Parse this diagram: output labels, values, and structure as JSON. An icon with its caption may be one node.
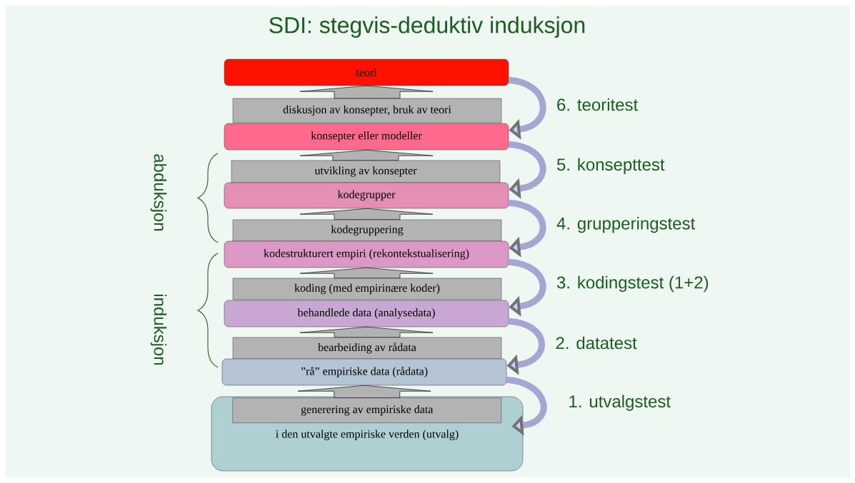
{
  "diagram": {
    "title": "SDI: stegvis-deduktiv induksjon",
    "nodes": [
      {
        "text": [
          "teori"
        ]
      },
      {
        "text": [
          "diskusjon av konsepter, bruk av teori"
        ]
      },
      {
        "text": [
          "konsepter eller modeller"
        ]
      },
      {
        "text": [
          "utvikling av konsepter"
        ]
      },
      {
        "text": [
          "kodegrupper"
        ]
      },
      {
        "text": [
          "kodegruppering"
        ]
      },
      {
        "text": [
          "kodestrukturert empiri (rekontekstualisering)"
        ]
      },
      {
        "text": [
          "koding (med empirinære koder)"
        ]
      },
      {
        "text": [
          "behandlede data (analysedata)"
        ]
      },
      {
        "text": [
          "bearbeiding av rådata"
        ]
      },
      {
        "text": [
          "”rå” empiriske data (rådata)"
        ]
      },
      {
        "text": [
          "i den utvalgte empiriske verden (utvalg)"
        ]
      },
      {
        "text": [
          "generering av empiriske data"
        ],
        "in": 11
      }
    ],
    "edges": [
      {
        "from": 1,
        "to": 0,
        "arrow": "to",
        "style": "thick"
      },
      {
        "from": 3,
        "to": 2,
        "arrow": "to",
        "style": "thick"
      },
      {
        "from": 5,
        "to": 4,
        "arrow": "to",
        "style": "thick"
      },
      {
        "from": 7,
        "to": 6,
        "arrow": "to",
        "style": "thick"
      },
      {
        "from": 9,
        "to": 8,
        "arrow": "to",
        "style": "thick"
      },
      {
        "from": 12,
        "to": 10,
        "arrow": "to",
        "style": "thick"
      },
      {
        "from": 0,
        "to": 2,
        "arrow": "to",
        "label": "6. teoritest",
        "color": "#a6a6d2"
      },
      {
        "from": 2,
        "to": 4,
        "arrow": "to",
        "label": "5. konsepttest",
        "color": "#a6a6d2"
      },
      {
        "from": 4,
        "to": 6,
        "arrow": "to",
        "label": "4. grupperingstest",
        "color": "#a6a6d2"
      },
      {
        "from": 6,
        "to": 8,
        "arrow": "to",
        "label": "3. kodingstest (1+2)",
        "color": "#a6a6d2"
      },
      {
        "from": 8,
        "to": 10,
        "arrow": "to",
        "label": "2. datatest",
        "color": "#a6a6d2"
      },
      {
        "from": 10,
        "to": 11,
        "arrow": "to",
        "label": "1. utvalgstest",
        "color": "#a6a6d2"
      }
    ],
    "labels": [
      "abduksjon",
      "induksjon"
    ]
  }
}
